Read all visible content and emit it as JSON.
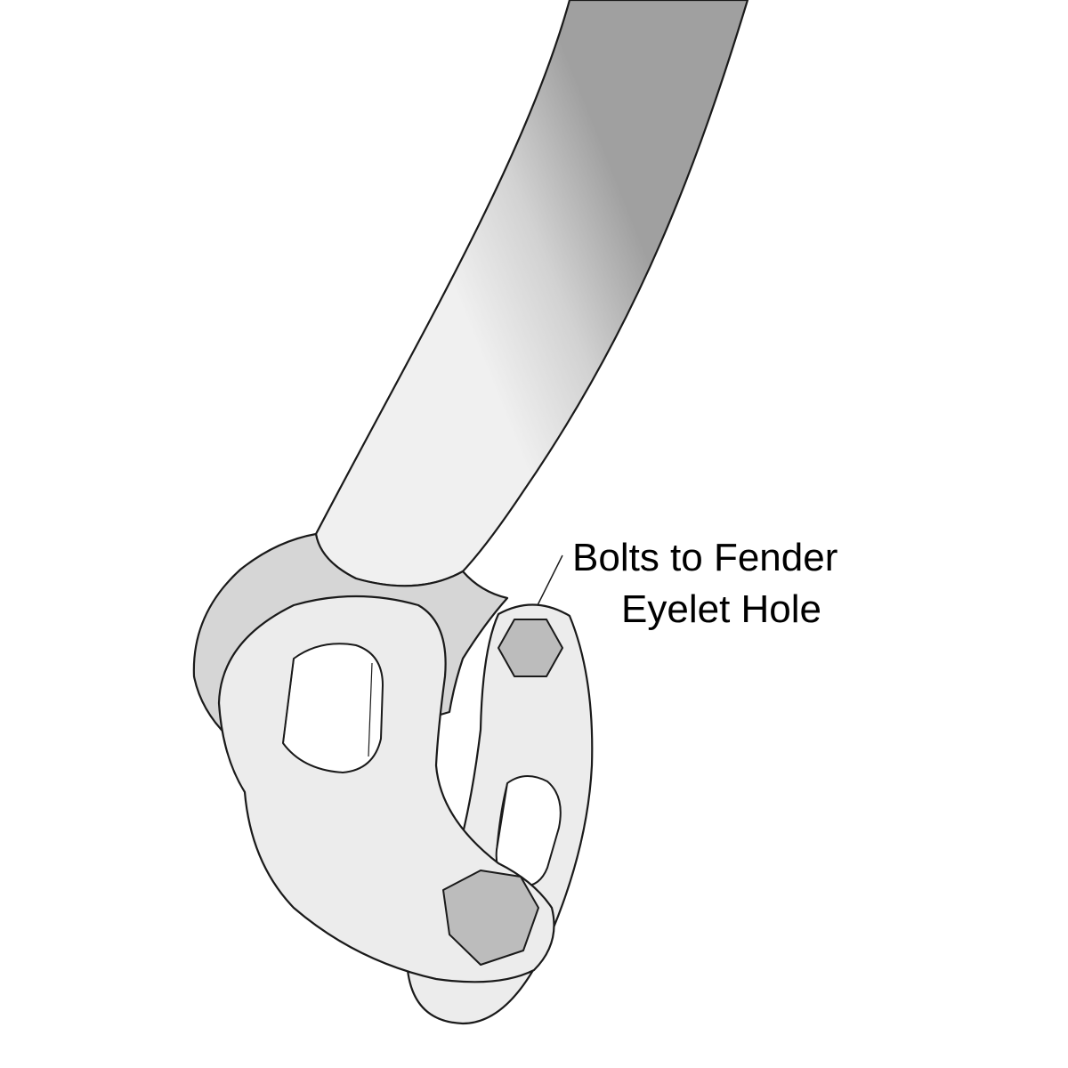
{
  "callout": {
    "line_1": "Bolts to Fender",
    "line_2": "Eyelet Hole"
  },
  "colors": {
    "outline": "#1a1a1a",
    "tube_light": "#eeeeee",
    "tube_dark": "#9c9c9c",
    "dropout_body": "#d6d6d6",
    "bracket_plate": "#ececec",
    "bolt_head": "#bcbcbc",
    "background": "#ffffff"
  },
  "parts": [
    "tube",
    "dropout",
    "slotted-bracket",
    "bolt",
    "bolt",
    "slot",
    "slot"
  ]
}
